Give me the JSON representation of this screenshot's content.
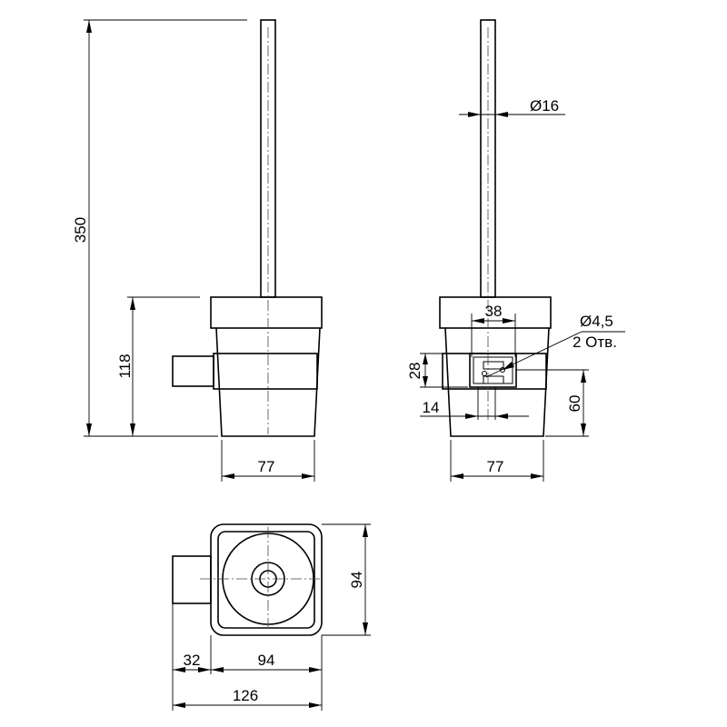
{
  "dimensions": {
    "height_total": "350",
    "height_holder": "118",
    "width_front": "77",
    "rod_diameter": "Ø16",
    "mount_spacing": "38",
    "hole_diameter": "Ø4,5",
    "hole_count": "2 Отв.",
    "bracket_height": "28",
    "bracket_offset": "14",
    "mount_height": "60",
    "width_side": "77",
    "plan_depth": "94",
    "plan_width": "94",
    "bracket_depth": "32",
    "overall_length": "126"
  },
  "views": [
    "front-view",
    "side-view",
    "top-view"
  ]
}
